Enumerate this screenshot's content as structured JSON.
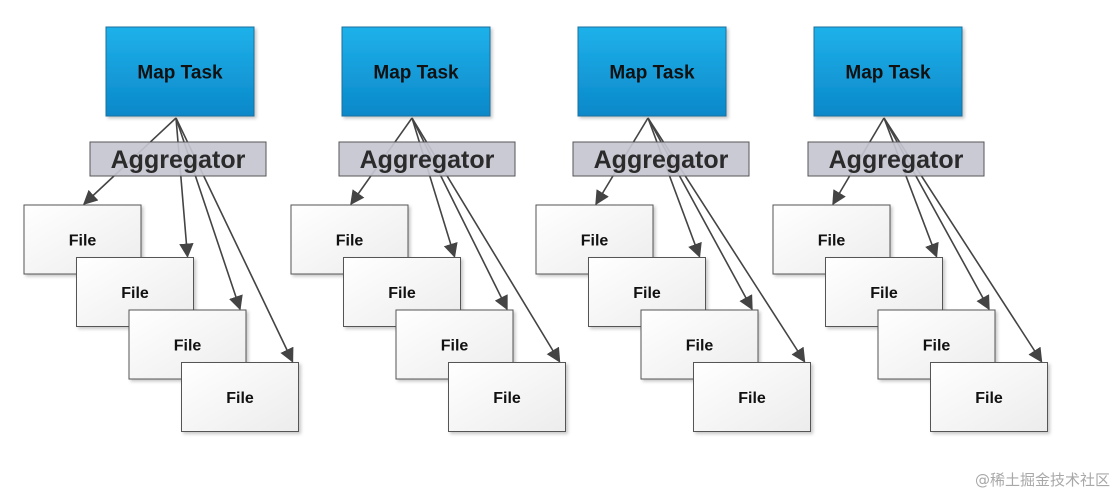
{
  "colors": {
    "map_fill_top": "#1fb1ea",
    "map_fill_bottom": "#0b88c9",
    "map_stroke": "#1a6f9e",
    "aggregator_fill": "#c5c5d1",
    "aggregator_stroke": "#555555",
    "file_fill": "#ffffff",
    "file_stroke": "#555555",
    "arrow": "#444444",
    "watermark": "#a8a8a8"
  },
  "groups": [
    {
      "map_task": "Map Task",
      "aggregator": "Aggregator",
      "files": [
        "File",
        "File",
        "File",
        "File"
      ]
    },
    {
      "map_task": "Map Task",
      "aggregator": "Aggregator",
      "files": [
        "File",
        "File",
        "File",
        "File"
      ]
    },
    {
      "map_task": "Map Task",
      "aggregator": "Aggregator",
      "files": [
        "File",
        "File",
        "File",
        "File"
      ]
    },
    {
      "map_task": "Map Task",
      "aggregator": "Aggregator",
      "files": [
        "File",
        "File",
        "File",
        "File"
      ]
    }
  ],
  "watermark": "@稀土掘金技术社区"
}
